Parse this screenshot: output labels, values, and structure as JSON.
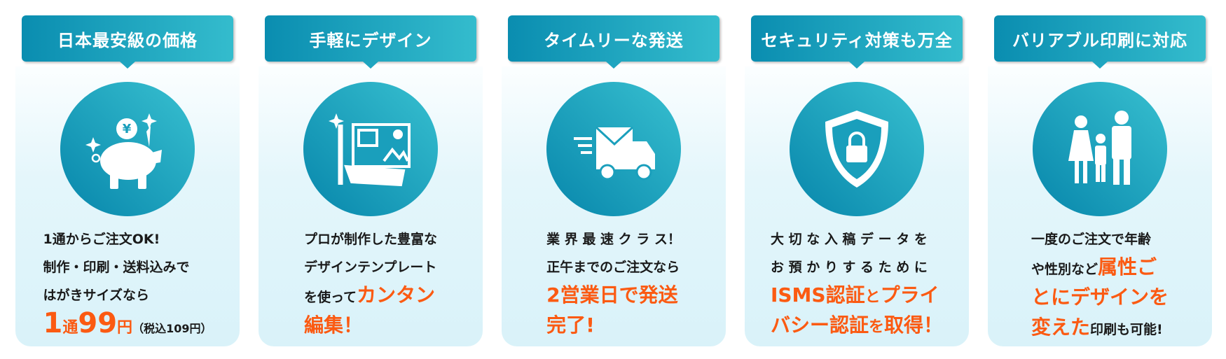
{
  "colors": {
    "accent": "#0a8db0",
    "highlight": "#fb5a12"
  },
  "cards": [
    {
      "title": "日本最安級の価格",
      "icon": "piggy-bank-yen-icon",
      "lines": [
        [
          {
            "t": "1通からご注文OK!"
          }
        ],
        [
          {
            "t": "制作・印刷・送料込みで"
          }
        ],
        [
          {
            "t": "はがきサイズなら"
          }
        ],
        [
          {
            "t": "1",
            "hl": "big"
          },
          {
            "t": "通",
            "hl": "sm"
          },
          {
            "t": "99",
            "hl": "big"
          },
          {
            "t": "円",
            "hl": "sm"
          },
          {
            "t": "（税込109円）",
            "cls": "note"
          }
        ]
      ]
    },
    {
      "title": "手軽にデザイン",
      "icon": "postcard-brush-icon",
      "lines": [
        [
          {
            "t": "プロが制作した豊富な"
          }
        ],
        [
          {
            "t": "デザインテンプレート"
          }
        ],
        [
          {
            "t": "を使って"
          },
          {
            "t": "カンタン",
            "hl": "n"
          }
        ],
        [
          {
            "t": "編集！",
            "hl": "n"
          }
        ]
      ]
    },
    {
      "title": "タイムリーな発送",
      "icon": "delivery-truck-mail-icon",
      "lines": [
        [
          {
            "t": "業 界 最 速 ク ラ ス！"
          }
        ],
        [
          {
            "t": "正午までのご注文なら"
          }
        ],
        [
          {
            "t": "2営業日で発送",
            "hl": "n"
          }
        ],
        [
          {
            "t": "完了!",
            "hl": "n"
          }
        ]
      ]
    },
    {
      "title": "セキュリティ対策も万全",
      "icon": "security-shield-lock-icon",
      "lines": [
        [
          {
            "t": "大 切 な 入 稿 デ ー タ を"
          }
        ],
        [
          {
            "t": "お 預 か り す る た め に"
          }
        ],
        [
          {
            "t": "ISMS認証",
            "hl": "n"
          },
          {
            "t": "と",
            "hl": "sm"
          },
          {
            "t": "プライ",
            "hl": "n"
          }
        ],
        [
          {
            "t": "バシー認証",
            "hl": "n"
          },
          {
            "t": "を",
            "hl": "sm"
          },
          {
            "t": "取得！",
            "hl": "n"
          }
        ]
      ]
    },
    {
      "title": "バリアブル印刷に対応",
      "icon": "family-people-icon",
      "lines": [
        [
          {
            "t": "一度のご注文で年齢"
          }
        ],
        [
          {
            "t": "や性別など"
          },
          {
            "t": "属性ご",
            "hl": "n"
          }
        ],
        [
          {
            "t": "とにデザインを",
            "hl": "n"
          }
        ],
        [
          {
            "t": "変えた",
            "hl": "n"
          },
          {
            "t": "印刷も可能!"
          }
        ]
      ]
    }
  ]
}
